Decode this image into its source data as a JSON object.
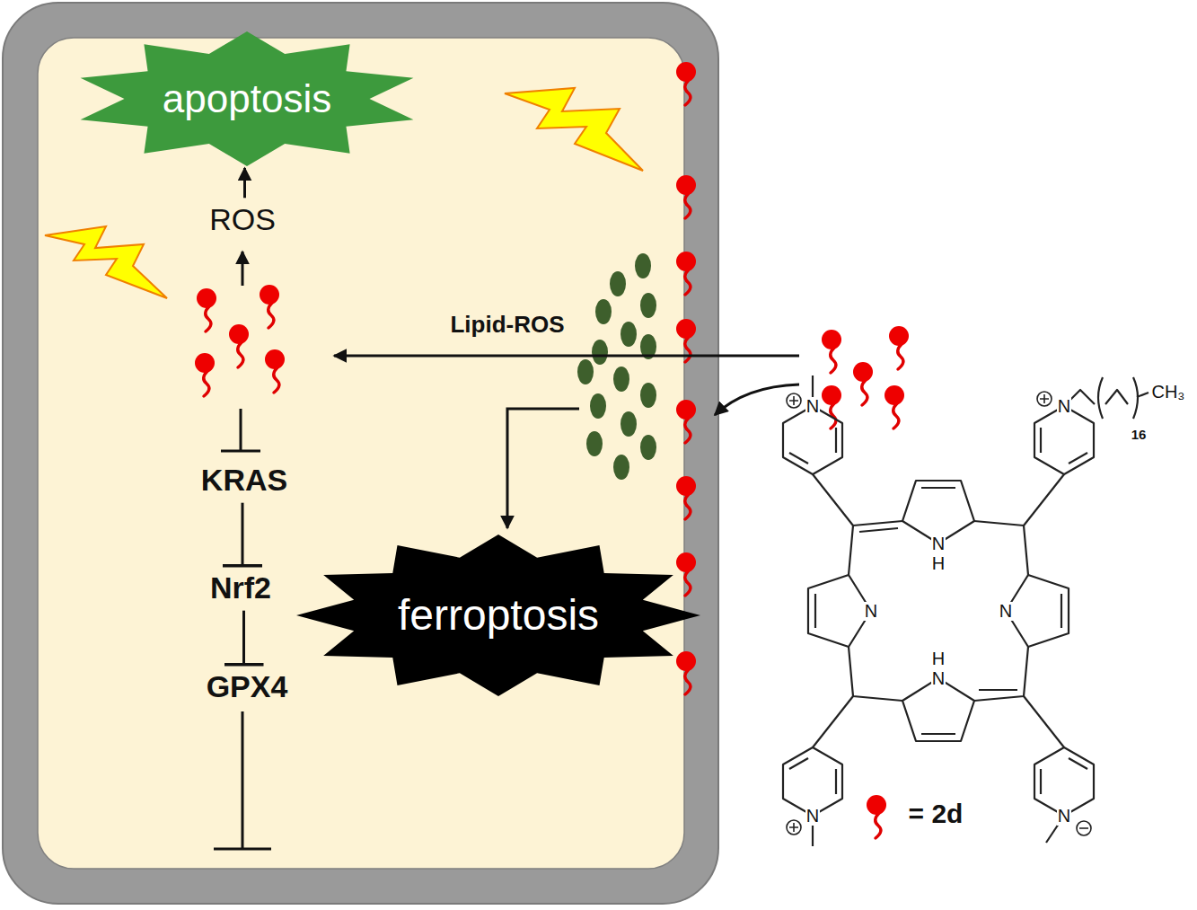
{
  "diagram": {
    "nodes": [
      {
        "text": [
          "apoptosis"
        ]
      },
      {
        "text": [
          "ROS"
        ]
      },
      {
        "text": [
          "KRAS"
        ]
      },
      {
        "text": [
          "Nrf2"
        ]
      },
      {
        "text": [
          "GPX4"
        ]
      },
      {
        "text": [
          "ferroptosis"
        ]
      }
    ],
    "edges": [
      {
        "from": 1,
        "to": 0,
        "arrow": "to"
      },
      {
        "from": 2,
        "to": 3,
        "arrow": "to"
      },
      {
        "from": 3,
        "to": 4,
        "arrow": "to"
      }
    ],
    "labels": [
      "Lipid-ROS",
      "N",
      "N",
      "CH₃",
      "16",
      "N",
      "H",
      "N",
      "N",
      "H",
      "N",
      "N",
      "N",
      "= 2d"
    ]
  }
}
